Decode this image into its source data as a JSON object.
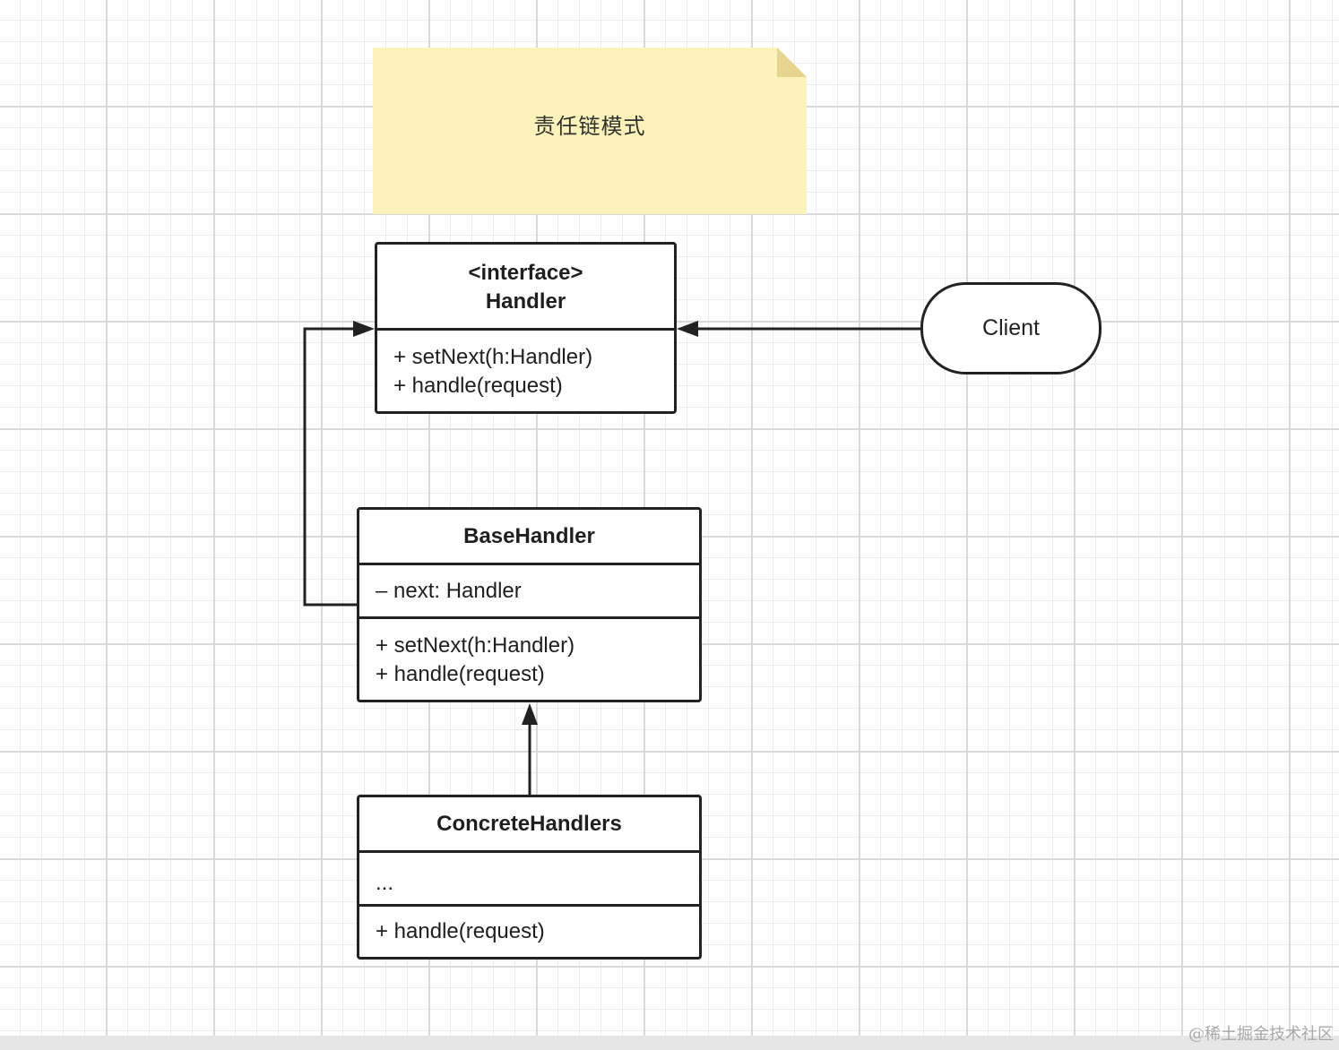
{
  "note": {
    "text": "责任链模式",
    "fill_color": "#fbf3b9"
  },
  "handler": {
    "stereotype": "<interface>",
    "name": "Handler",
    "methods": [
      "+ setNext(h:Handler)",
      "+ handle(request)"
    ]
  },
  "base_handler": {
    "name": "BaseHandler",
    "fields": [
      "– next: Handler"
    ],
    "methods": [
      "+ setNext(h:Handler)",
      "+ handle(request)"
    ]
  },
  "concrete_handlers": {
    "name": "ConcreteHandlers",
    "fields": [
      "..."
    ],
    "methods": [
      "+ handle(request)"
    ]
  },
  "client": {
    "label": "Client"
  },
  "relations": [
    {
      "from": "client",
      "to": "handler",
      "arrow": "filled"
    },
    {
      "from": "base_handler",
      "to": "handler",
      "arrow": "filled"
    },
    {
      "from": "concrete_handlers",
      "to": "base_handler",
      "arrow": "filled"
    }
  ],
  "watermark": "@稀土掘金技术社区",
  "colors": {
    "stroke": "#222222",
    "grid": "#d9d9d9"
  }
}
